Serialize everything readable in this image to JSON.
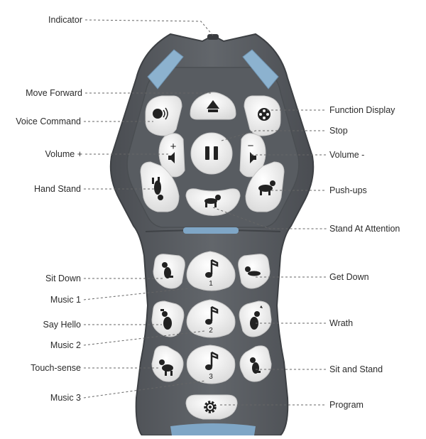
{
  "labels": {
    "indicator": "Indicator",
    "move_forward": "Move Forward",
    "voice_command": "Voice Command",
    "volume_up": "Volume +",
    "hand_stand": "Hand Stand",
    "sit_down": "Sit Down",
    "music_1": "Music 1",
    "say_hello": "Say Hello",
    "music_2": "Music 2",
    "touch_sense": "Touch-sense",
    "music_3": "Music 3",
    "function_display": "Function Display",
    "stop": "Stop",
    "volume_down": "Volume -",
    "push_ups": "Push-ups",
    "stand_at_attention": "Stand At Attention",
    "get_down": "Get Down",
    "wrath": "Wrath",
    "sit_and_stand": "Sit and Stand",
    "program": "Program"
  },
  "buttons": {
    "volume_up_sign": "+",
    "volume_down_sign": "−",
    "music_1_number": "1",
    "music_2_number": "2",
    "music_3_number": "3"
  },
  "colors": {
    "body": "#5b5f64",
    "body_edge": "#45484c",
    "button": "#eeeeee",
    "accent_blue": "#7fa6c6",
    "line": "#666666"
  },
  "icons": {
    "move_forward": "up-arrow-icon",
    "voice_command": "head-speaking-icon",
    "function_display": "reel-icon",
    "stop": "pause-icon",
    "volume_up": "speaker-icon",
    "volume_down": "speaker-icon",
    "hand_stand": "dog-handstand-icon",
    "push_ups": "dog-pushup-icon",
    "stand_at_attention": "dog-standing-icon",
    "sit_down": "dog-sitting-icon",
    "get_down": "dog-lying-icon",
    "music": "music-note-icon",
    "say_hello": "dog-waving-icon",
    "wrath": "dog-angry-icon",
    "touch_sense": "dog-touch-icon",
    "sit_and_stand": "dog-sit-stand-icon",
    "program": "gear-icon"
  }
}
